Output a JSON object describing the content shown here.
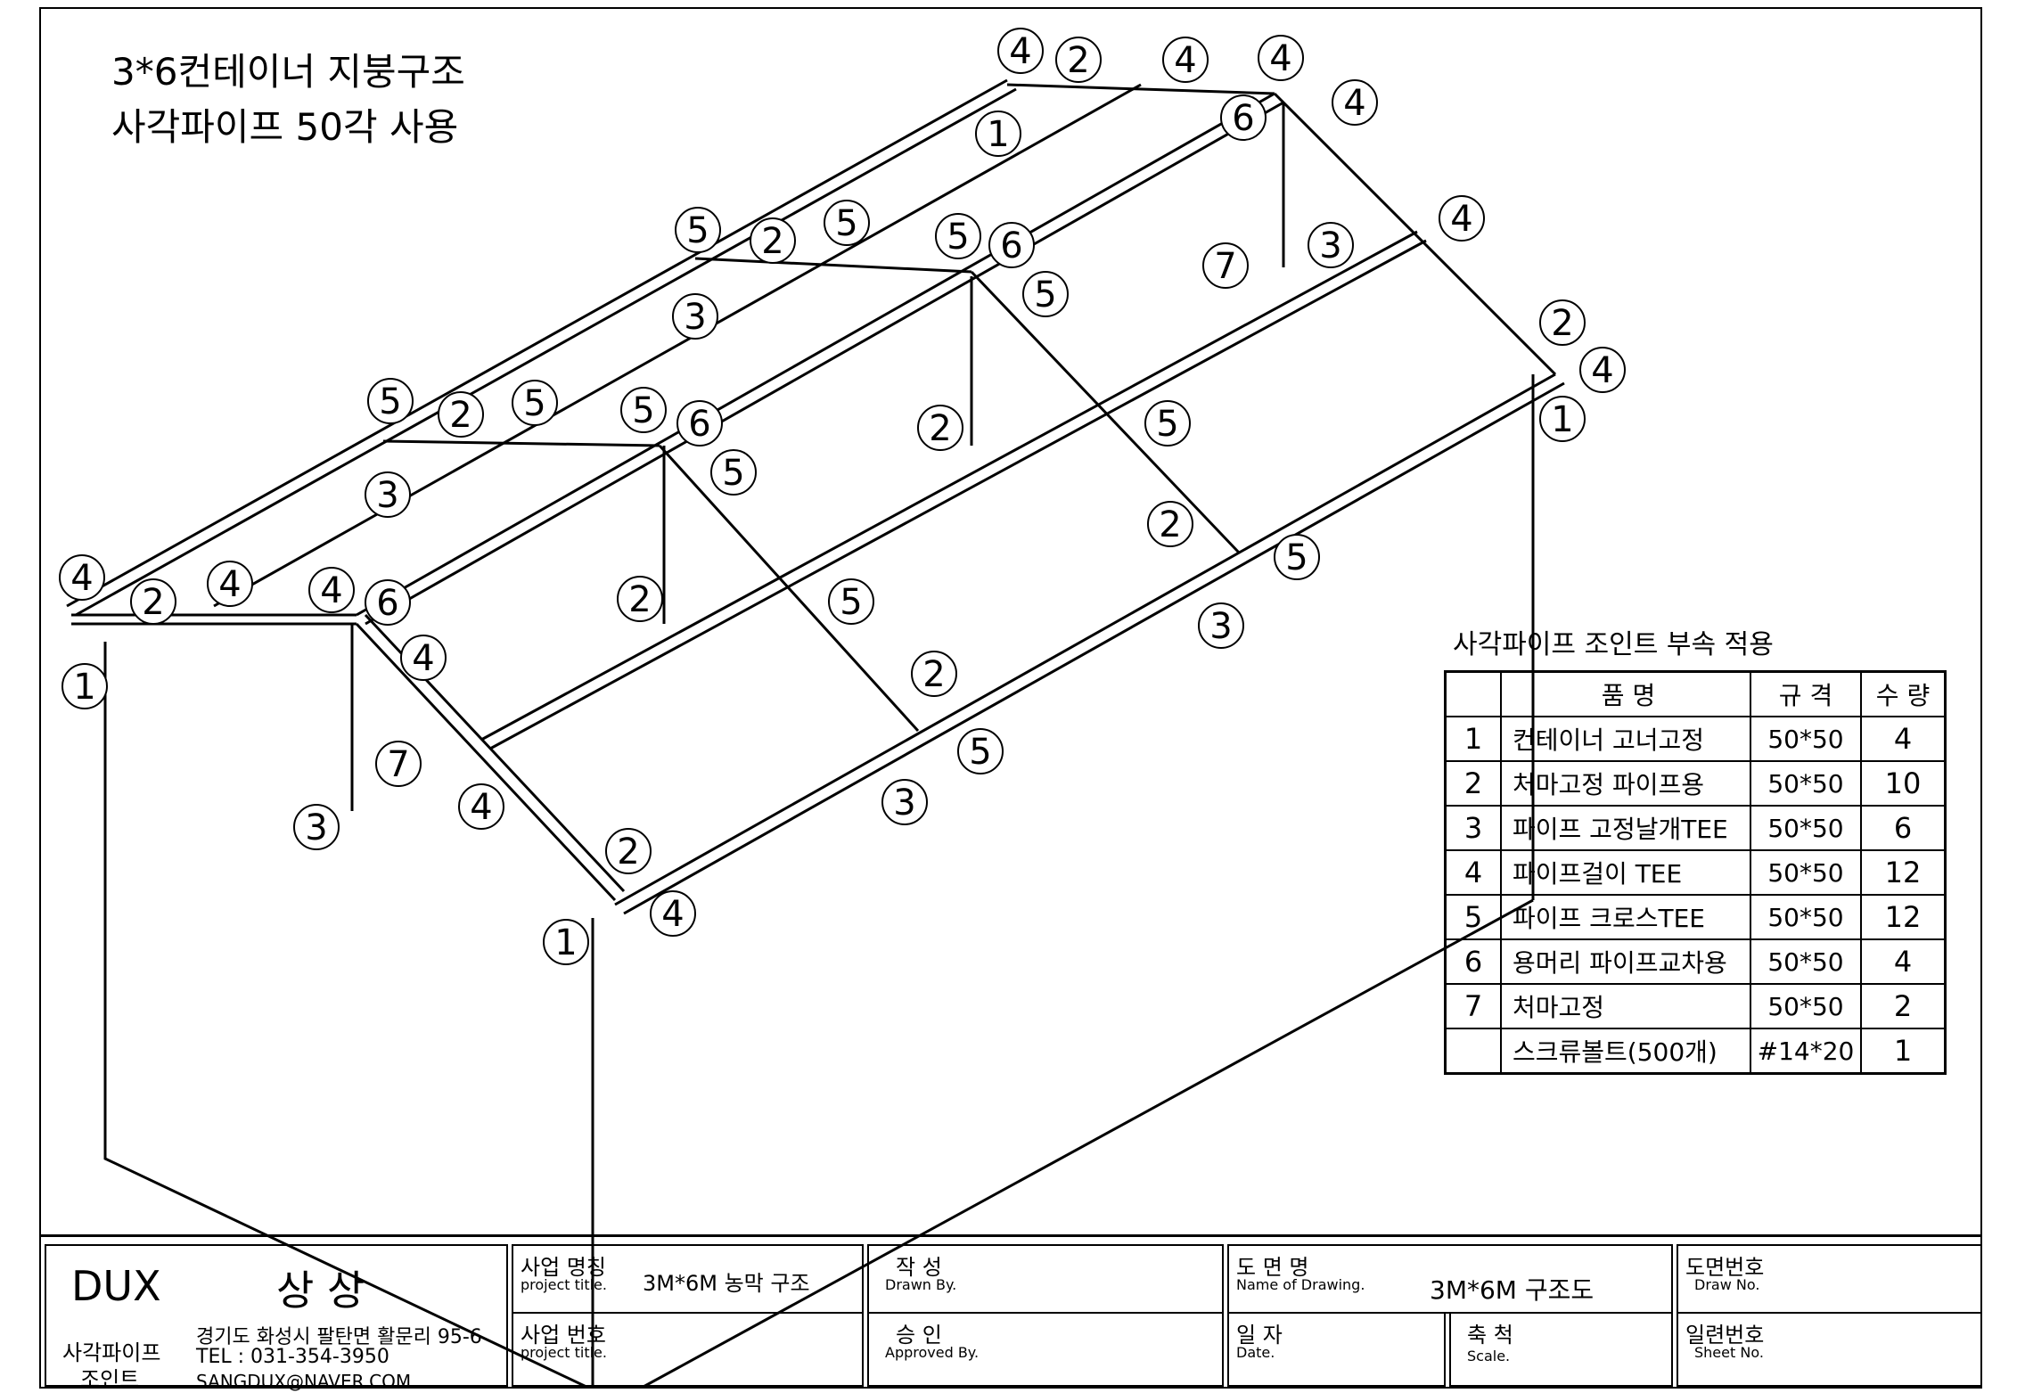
{
  "title": {
    "line1": "3*6컨테이너 지붕구조",
    "line2": "사각파이프 50각 사용"
  },
  "callouts": [
    "1",
    "2",
    "3",
    "4",
    "5",
    "6",
    "7"
  ],
  "parts_table": {
    "caption": "사각파이프 조인트 부속 적용",
    "headers": {
      "name": "품 명",
      "spec": "규 격",
      "qty": "수 량"
    },
    "rows": [
      {
        "no": "1",
        "name": "컨테이너 고너고정",
        "spec": "50*50",
        "qty": "4"
      },
      {
        "no": "2",
        "name": "처마고정 파이프용",
        "spec": "50*50",
        "qty": "10"
      },
      {
        "no": "3",
        "name": "파이프 고정날개TEE",
        "spec": "50*50",
        "qty": "6"
      },
      {
        "no": "4",
        "name": "파이프걸이 TEE",
        "spec": "50*50",
        "qty": "12"
      },
      {
        "no": "5",
        "name": "파이프 크로스TEE",
        "spec": "50*50",
        "qty": "12"
      },
      {
        "no": "6",
        "name": "용머리 파이프교차용",
        "spec": "50*50",
        "qty": "4"
      },
      {
        "no": "7",
        "name": "처마고정",
        "spec": "50*50",
        "qty": "2"
      },
      {
        "no": "",
        "name": "스크류볼트(500개)",
        "spec": "#14*20",
        "qty": "1"
      }
    ]
  },
  "title_block": {
    "company": "DUX",
    "company_kr": "상 상",
    "brand_line1": "사각파이프",
    "brand_line2": "조인트",
    "address": "경기도 화성시 팔탄면 활문리 95-6",
    "tel": "TEL : 031-354-3950",
    "email": "SANGDUX@NAVER.COM",
    "project_name_label": "사업 명칭",
    "project_name_sub": "project title.",
    "project_name_value": "3M*6M 농막 구조",
    "project_no_label": "사업 번호",
    "project_no_sub": "project title.",
    "drawn_label": "작 성",
    "drawn_sub": "Drawn By.",
    "approved_label": "승 인",
    "approved_sub": "Approved By.",
    "drawing_name_label": "도 면 명",
    "drawing_name_sub": "Name of Drawing.",
    "drawing_name_value": "3M*6M 구조도",
    "date_label": "일 자",
    "date_sub": "Date.",
    "scale_label": "축 척",
    "scale_sub": "Scale.",
    "draw_no_label": "도면번호",
    "draw_no_sub": "Draw No.",
    "sheet_no_label": "일련번호",
    "sheet_no_sub": "Sheet No."
  }
}
